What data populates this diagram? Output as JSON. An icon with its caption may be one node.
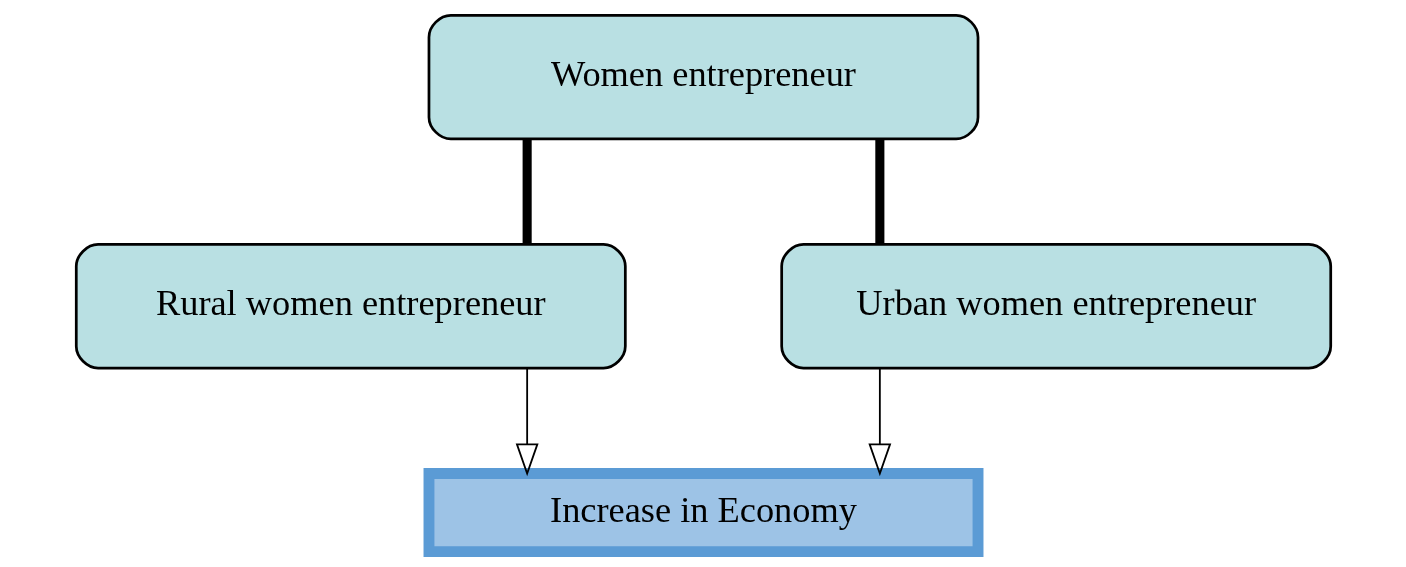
{
  "diagram": {
    "nodes": [
      {
        "text": [
          "Women entrepreneur"
        ]
      },
      {
        "text": [
          "Rural women entrepreneur"
        ]
      },
      {
        "text": [
          "Urban women entrepreneur"
        ]
      },
      {
        "text": [
          "Increase in Economy"
        ]
      }
    ],
    "edges": [
      {
        "from": 0,
        "to": 1,
        "arrow": "none",
        "style": "thick"
      },
      {
        "from": 0,
        "to": 2,
        "arrow": "none",
        "style": "thick"
      },
      {
        "from": 1,
        "to": 3,
        "arrow": "to"
      },
      {
        "from": 2,
        "to": 3,
        "arrow": "to"
      }
    ]
  }
}
